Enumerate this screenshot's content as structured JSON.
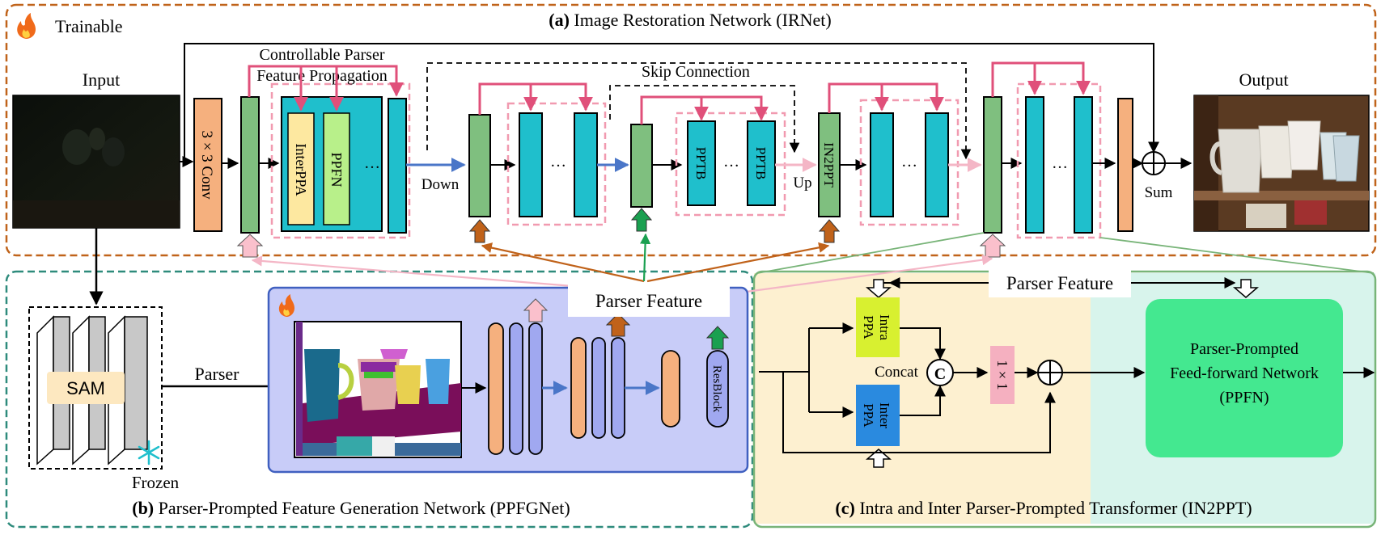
{
  "sections": {
    "a": {
      "prefix": "(a)",
      "title": "Image Restoration Network (IRNet)",
      "trainable": "Trainable"
    },
    "b": {
      "prefix": "(b)",
      "title": "Parser-Prompted Feature Generation Network (PPFGNet)"
    },
    "c": {
      "prefix": "(c)",
      "title": "Intra and Inter Parser-Prompted Transformer (IN2PPT)"
    }
  },
  "irnet": {
    "input": "Input",
    "output": "Output",
    "conv": "3 × 3 Conv",
    "cpfp_line1": "Controllable Parser",
    "cpfp_line2": "Feature Propagation",
    "interppa": "InterPPA",
    "ppfn": "PPFN",
    "dots": "…",
    "down": "Down",
    "up": "Up",
    "skip": "Skip Connection",
    "pptb": "PPTB",
    "in2ppt": "IN2PPT",
    "sum": "Sum"
  },
  "ppfg": {
    "sam": "SAM",
    "frozen": "Frozen",
    "parser": "Parser",
    "parser_feature": "Parser Feature",
    "resblock": "ResBlock"
  },
  "in2ppt_detail": {
    "parser_feature": "Parser Feature",
    "intra_line1": "Intra",
    "intra_line2": "PPA",
    "inter_line1": "Inter",
    "inter_line2": "PPA",
    "concat": "Concat",
    "c": "C",
    "conv1x1": "1 × 1",
    "ppfn_line1": "Parser-Prompted",
    "ppfn_line2": "Feed-forward Network",
    "ppfn_line3": "(PPFN)"
  },
  "colors": {
    "orange_border": "#c0631a",
    "teal_border": "#2e8b7c",
    "green_border": "#78b478",
    "green_block": "#7fbf7f",
    "cyan_block": "#1fbfcc",
    "salmon_block": "#f5b07e",
    "pink_arrow": "#e0507a",
    "blue_arrow": "#4a76c8",
    "brown_arrow": "#c0621a",
    "green_arrow": "#1aa050",
    "ppfg_bg": "#c8ccf8",
    "ppfg_border": "#4060c0",
    "lavender_block": "#a0a8f0",
    "yellow_block": "#fde8a0",
    "lightgreen_block": "#b8f08a",
    "intra_color": "#d8f030",
    "inter_color": "#2a8adf",
    "pink_block": "#f5b0c0",
    "ppfn_green": "#44e890",
    "beige_bg": "#fdf0d0",
    "mint_bg": "#d8f4ec"
  }
}
